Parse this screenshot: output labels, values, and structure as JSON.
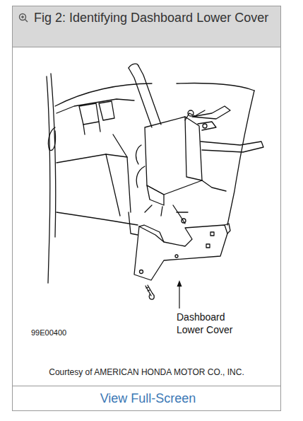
{
  "diagram": {
    "title": "Fig 2: Identifying Dashboard Lower Cover",
    "caption": "Courtesy of AMERICAN HONDA MOTOR CO., INC.",
    "labels": [
      "Dashboard Lower Cover",
      "99E00400",
      "View Full-Screen"
    ]
  }
}
